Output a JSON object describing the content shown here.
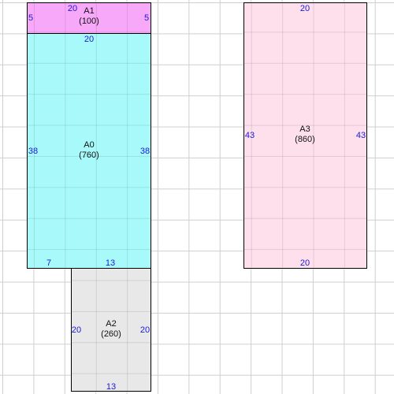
{
  "rooms": {
    "a1": {
      "name": "A1",
      "area": "(100)",
      "color": "#f8a8f8",
      "dims": {
        "top": "20",
        "left": "5",
        "right": "5"
      }
    },
    "a0": {
      "name": "A0",
      "area": "(760)",
      "color": "#a8fafa",
      "dims": {
        "top": "20",
        "left": "38",
        "right": "38",
        "bottom_left": "7",
        "bottom_right": "13"
      }
    },
    "a2": {
      "name": "A2",
      "area": "(260)",
      "color": "#e8e8e8",
      "dims": {
        "left": "20",
        "right": "20",
        "bottom": "13"
      }
    },
    "a3": {
      "name": "A3",
      "area": "(860)",
      "color": "#fde0ec",
      "dims": {
        "top": "20",
        "left": "43",
        "right": "43",
        "bottom": "20"
      }
    }
  }
}
